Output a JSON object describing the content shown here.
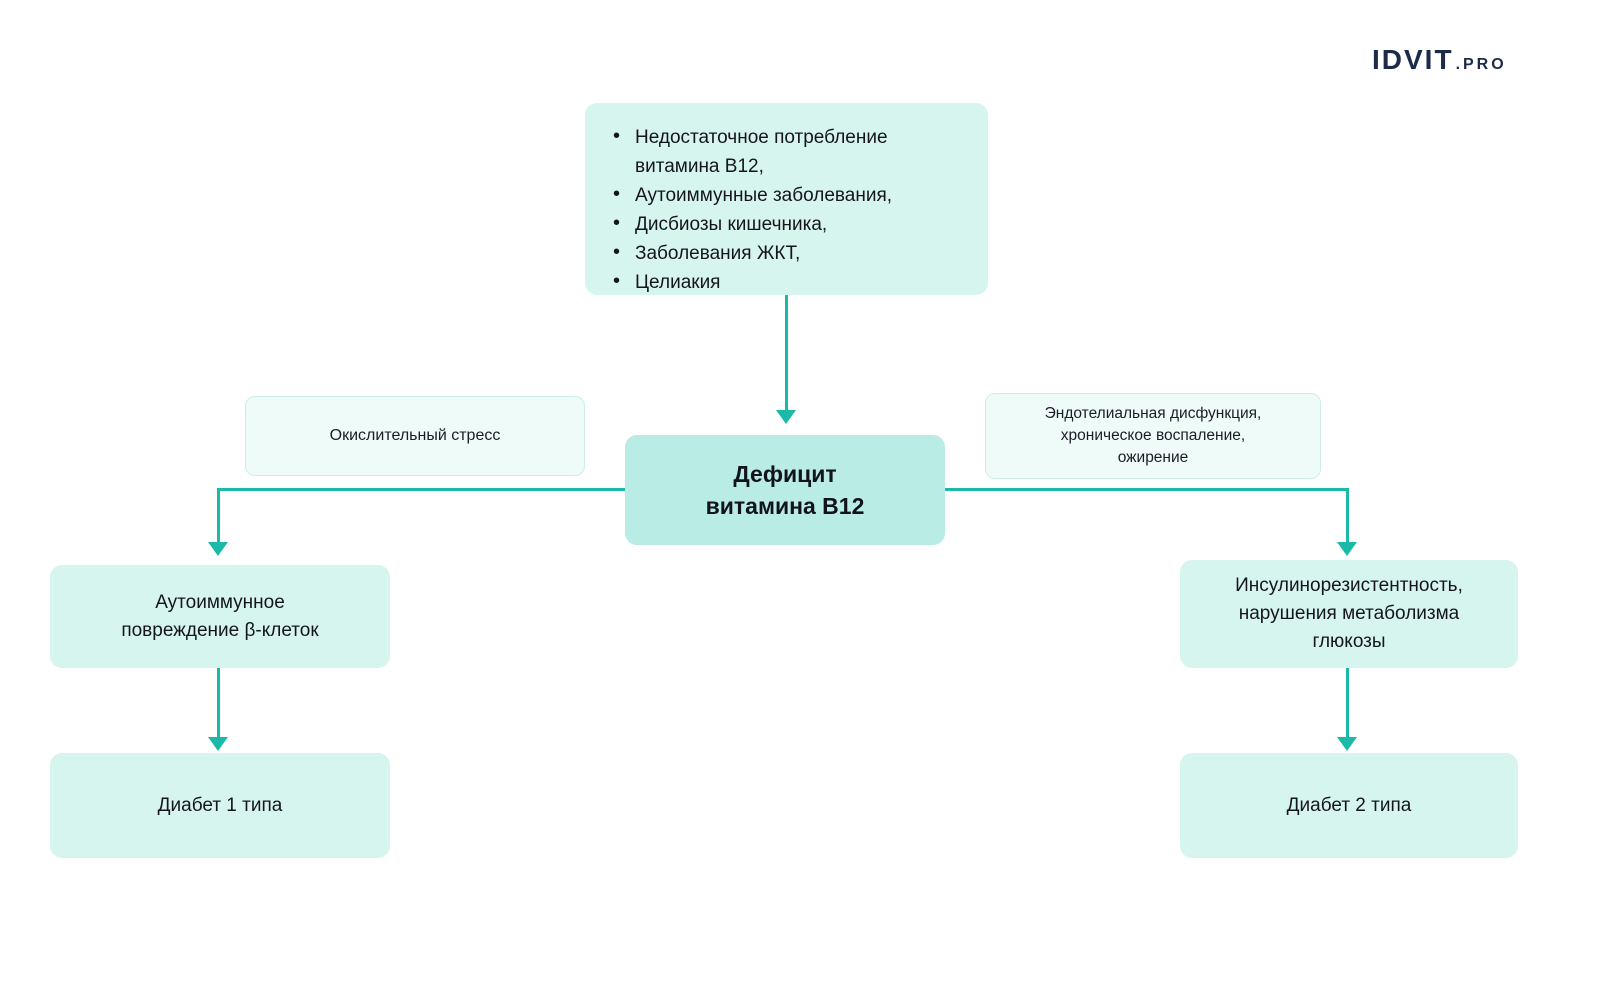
{
  "logo": {
    "brand": "IDVIT",
    "tld": ".PRO"
  },
  "diagram": {
    "causes": {
      "items": [
        "Недостаточное потребление витамина B12,",
        "Аутоиммунные заболевания,",
        "Дисбиозы кишечника,",
        "Заболевания ЖКТ,",
        "Целиакия"
      ]
    },
    "central": "Дефицит\nвитамина B12",
    "left_note": "Окислительный стресс",
    "right_note": "Эндотелиальная дисфункция,\nхроническое воспаление,\nожирение",
    "autoimmune_box": "Аутоиммунное\nповреждение β-клеток",
    "diabetes1_box": "Диабет 1 типа",
    "insulin_box": "Инсулинорезистентность,\nнарушения метаболизма\nглюкозы",
    "diabetes2_box": "Диабет 2 типа"
  },
  "colors": {
    "accent": "#1ab9a8",
    "node_fill": "#d7f5ef",
    "central_fill": "#b9ece4",
    "note_fill": "#eefbf9",
    "note_border": "#cdeee8",
    "text": "#15151f",
    "logo": "#1c2b4a"
  }
}
